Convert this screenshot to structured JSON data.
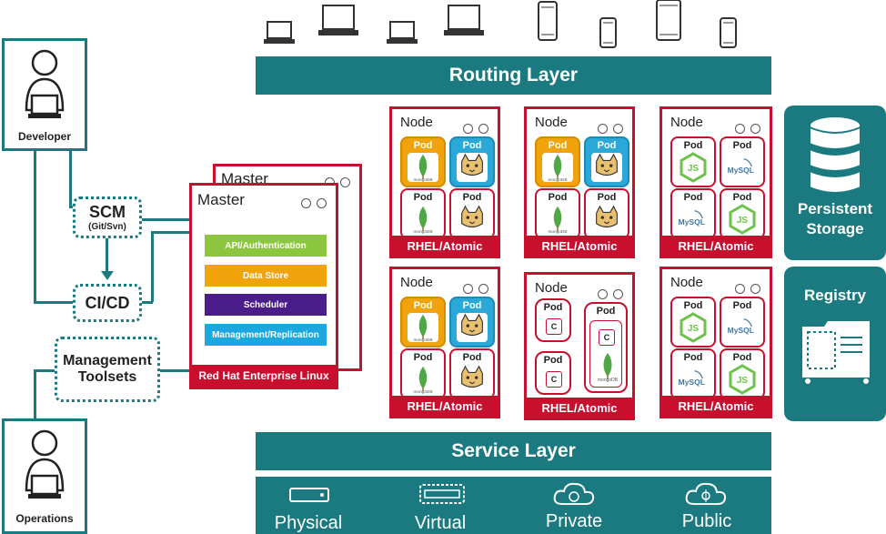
{
  "routing_layer": "Routing Layer",
  "service_layer": "Service Layer",
  "developer": "Developer",
  "operations": "Operations",
  "scm": {
    "title": "SCM",
    "subtitle": "(Git/Svn)"
  },
  "cicd": "CI/CD",
  "management_toolsets": {
    "line1": "Management",
    "line2": "Toolsets"
  },
  "master": {
    "back_title": "Master",
    "title": "Master",
    "items": [
      "API/Authentication",
      "Data Store",
      "Scheduler",
      "Management/Replication"
    ],
    "item_colors": [
      "#8cc63f",
      "#f0a30a",
      "#4b1d8a",
      "#1ba8e0"
    ],
    "footer": "Red Hat Enterprise Linux"
  },
  "node_title": "Node",
  "pod_label": "Pod",
  "rhel_label": "RHEL/Atomic",
  "container_label": "C",
  "mongodb_label": "mongoDB",
  "mysql_label": "MySQL",
  "js_label": "JS",
  "persistent_storage": {
    "line1": "Persistent",
    "line2": "Storage"
  },
  "registry": "Registry",
  "infrastructure": [
    "Physical",
    "Virtual",
    "Private",
    "Public"
  ],
  "colors": {
    "teal": "#1a7a80",
    "red": "#c8102e",
    "orange": "#f0a30a",
    "blue": "#2aa8d8",
    "green": "#8cc63f"
  },
  "icons": [
    "laptop-icon",
    "phone-icon",
    "person-icon",
    "mongodb-icon",
    "tomcat-icon",
    "mysql-icon",
    "nodejs-icon",
    "database-icon",
    "server-icon",
    "cloud-icon"
  ]
}
